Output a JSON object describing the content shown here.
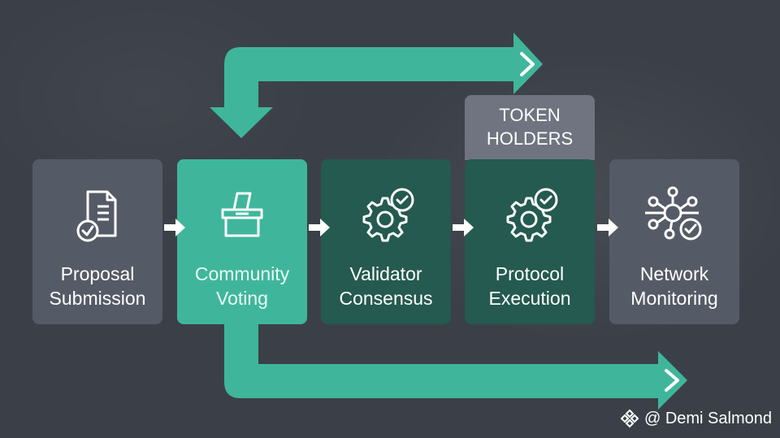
{
  "steps": [
    {
      "label": "Proposal\nSubmission",
      "icon": "document-check-icon"
    },
    {
      "label": "Community\nVoting",
      "icon": "ballot-box-icon"
    },
    {
      "label": "Validator\nConsensus",
      "icon": "gear-check-icon"
    },
    {
      "label": "Protocol\nExecution",
      "icon": "gear-check-icon"
    },
    {
      "label": "Network\nMonitoring",
      "icon": "network-check-icon"
    }
  ],
  "tag": {
    "label": "TOKEN\nHOLDERS"
  },
  "credit": {
    "text": "@ Demi Salmond"
  },
  "colors": {
    "background": "#3b4048",
    "gray_box": "#555b66",
    "teal_box": "#3fb69b",
    "dark_teal_box": "#245a4f",
    "arrow": "#3fb69b",
    "tag": "#6f7480"
  }
}
